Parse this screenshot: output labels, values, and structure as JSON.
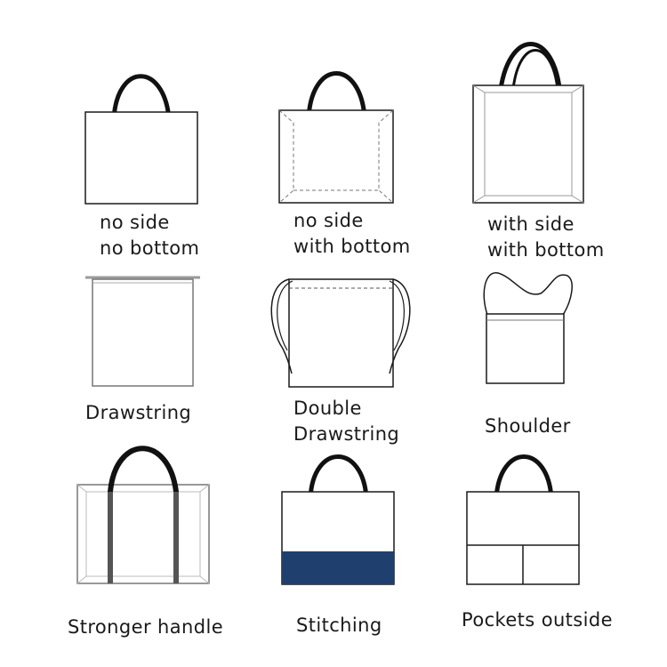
{
  "bags": [
    {
      "id": "no-side-no-bottom",
      "lines": [
        "no side",
        "no bottom"
      ]
    },
    {
      "id": "no-side-with-bottom",
      "lines": [
        "no side",
        "with bottom"
      ]
    },
    {
      "id": "with-side-with-bottom",
      "lines": [
        "with side",
        "with bottom"
      ]
    },
    {
      "id": "drawstring",
      "lines": [
        "Drawstring"
      ]
    },
    {
      "id": "double-drawstring",
      "lines": [
        "Double",
        "Drawstring"
      ]
    },
    {
      "id": "shoulder",
      "lines": [
        "Shoulder"
      ]
    },
    {
      "id": "stronger-handle",
      "lines": [
        "Stronger handle"
      ]
    },
    {
      "id": "stitching",
      "lines": [
        "Stitching"
      ]
    },
    {
      "id": "pockets-outside",
      "lines": [
        "Pockets outside"
      ]
    }
  ],
  "colors": {
    "outline": "#1a1a1a",
    "light_outline": "#9a9a9a",
    "handle": "#111111",
    "stitching_band": "#1f3f6e",
    "strap": "#555555"
  }
}
